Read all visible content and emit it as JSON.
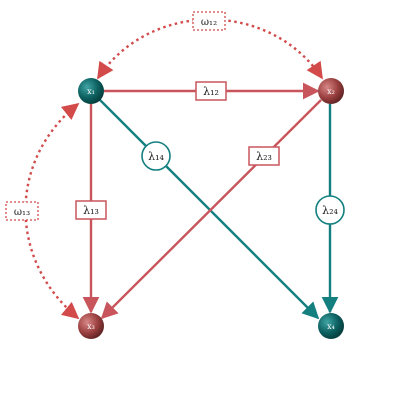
{
  "colors": {
    "red": "#c9555c",
    "teal": "#137f7f",
    "dotted": "#d24a4a",
    "red_node": "#9a3f3f",
    "teal_node": "#0c5f5f"
  },
  "nodes": [
    {
      "id": "x1",
      "label": "x₁",
      "color": "teal"
    },
    {
      "id": "x2",
      "label": "x₂",
      "color": "red"
    },
    {
      "id": "x3",
      "label": "x₃",
      "color": "red"
    },
    {
      "id": "x4",
      "label": "x₄",
      "color": "teal"
    }
  ],
  "edges": [
    {
      "id": "e12",
      "from": "x1",
      "to": "x2",
      "label": "λ₁₂",
      "color": "red",
      "badge": "box"
    },
    {
      "id": "e13",
      "from": "x1",
      "to": "x3",
      "label": "λ₁₃",
      "color": "red",
      "badge": "box"
    },
    {
      "id": "e14",
      "from": "x1",
      "to": "x4",
      "label": "λ₁₄",
      "color": "teal",
      "badge": "circle"
    },
    {
      "id": "e23",
      "from": "x2",
      "to": "x3",
      "label": "λ₂₃",
      "color": "red",
      "badge": "box"
    },
    {
      "id": "e24",
      "from": "x2",
      "to": "x4",
      "label": "λ₂₄",
      "color": "teal",
      "badge": "circle"
    }
  ],
  "covariances": [
    {
      "id": "w12",
      "between": [
        "x1",
        "x2"
      ],
      "label": "ω₁₂"
    },
    {
      "id": "w13",
      "between": [
        "x1",
        "x3"
      ],
      "label": "ω₁₃"
    }
  ]
}
